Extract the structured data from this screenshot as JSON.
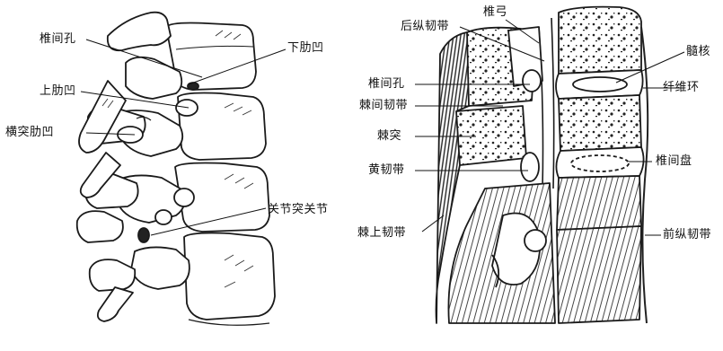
{
  "left_figure": {
    "labels": {
      "intervertebral_foramen": "椎间孔",
      "inferior_costal_facet": "下肋凹",
      "superior_costal_facet": "上肋凹",
      "transverse_costal_facet": "横突肋凹",
      "zygapophyseal_joint": "关节突关节"
    }
  },
  "right_figure": {
    "labels": {
      "posterior_longitudinal_ligament": "后纵韧带",
      "vertebral_arch": "椎弓",
      "nucleus_pulposus": "髓核",
      "annulus_fibrosus": "纤维环",
      "intervertebral_foramen": "椎间孔",
      "interspinous_ligament": "棘间韧带",
      "spinous_process": "棘突",
      "ligamentum_flavum": "黄韧带",
      "intervertebral_disc": "椎间盘",
      "supraspinous_ligament": "棘上韧带",
      "anterior_longitudinal_ligament": "前纵韧带"
    }
  },
  "colors": {
    "ink": "#1a1a1a",
    "bone": "#ffffff",
    "shade": "#2a2a2a"
  }
}
